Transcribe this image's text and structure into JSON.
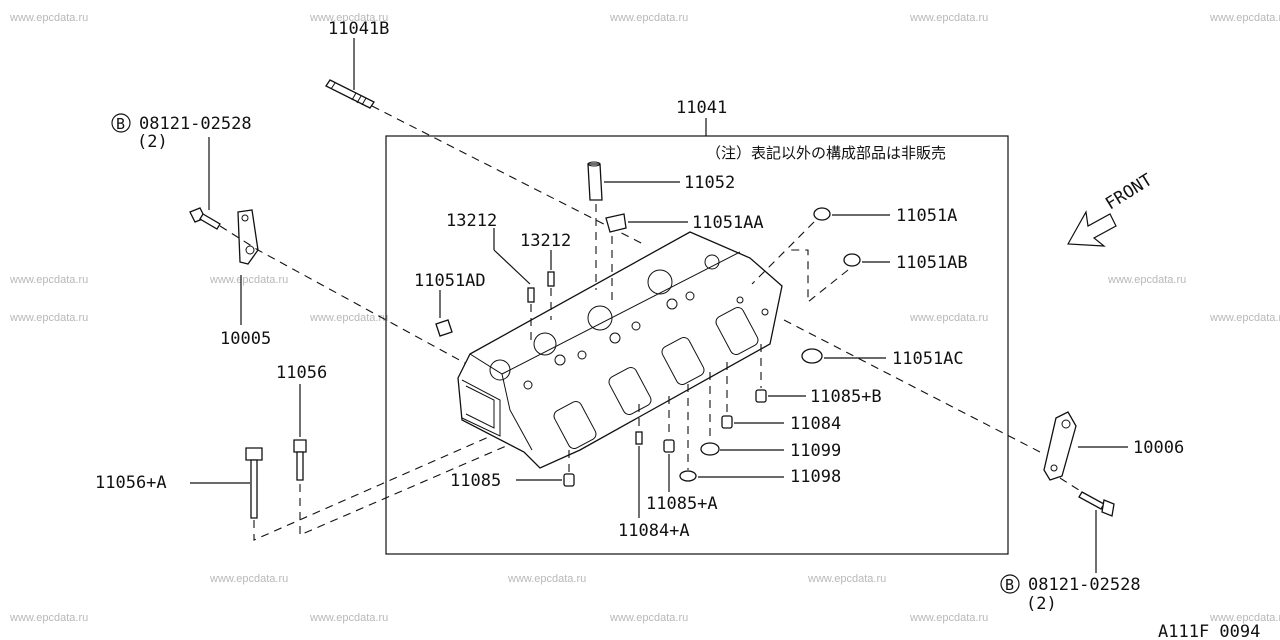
{
  "watermark": "www.epcdata.ru",
  "diagram_code": "A111F 0094",
  "note": "（注）表記以外の構成部品は非販売",
  "front_label": "FRONT",
  "bolt_prefix": "B",
  "labels": {
    "p11041B": "11041B",
    "p11041": "11041",
    "bolt_top": "08121-02528",
    "bolt_top_qty": "(2)",
    "p10005": "10005",
    "p11056": "11056",
    "p11056A": "11056+A",
    "p11052": "11052",
    "p11051AA": "11051AA",
    "p11051A": "11051A",
    "p11051AB": "11051AB",
    "p13212a": "13212",
    "p13212b": "13212",
    "p11051AD": "11051AD",
    "p11051AC": "11051AC",
    "p11085B": "11085+B",
    "p11084": "11084",
    "p11099": "11099",
    "p11098": "11098",
    "p11085": "11085",
    "p11085A": "11085+A",
    "p11084A": "11084+A",
    "p10006": "10006",
    "bolt_bottom": "08121-02528",
    "bolt_bottom_qty": "(2)"
  }
}
